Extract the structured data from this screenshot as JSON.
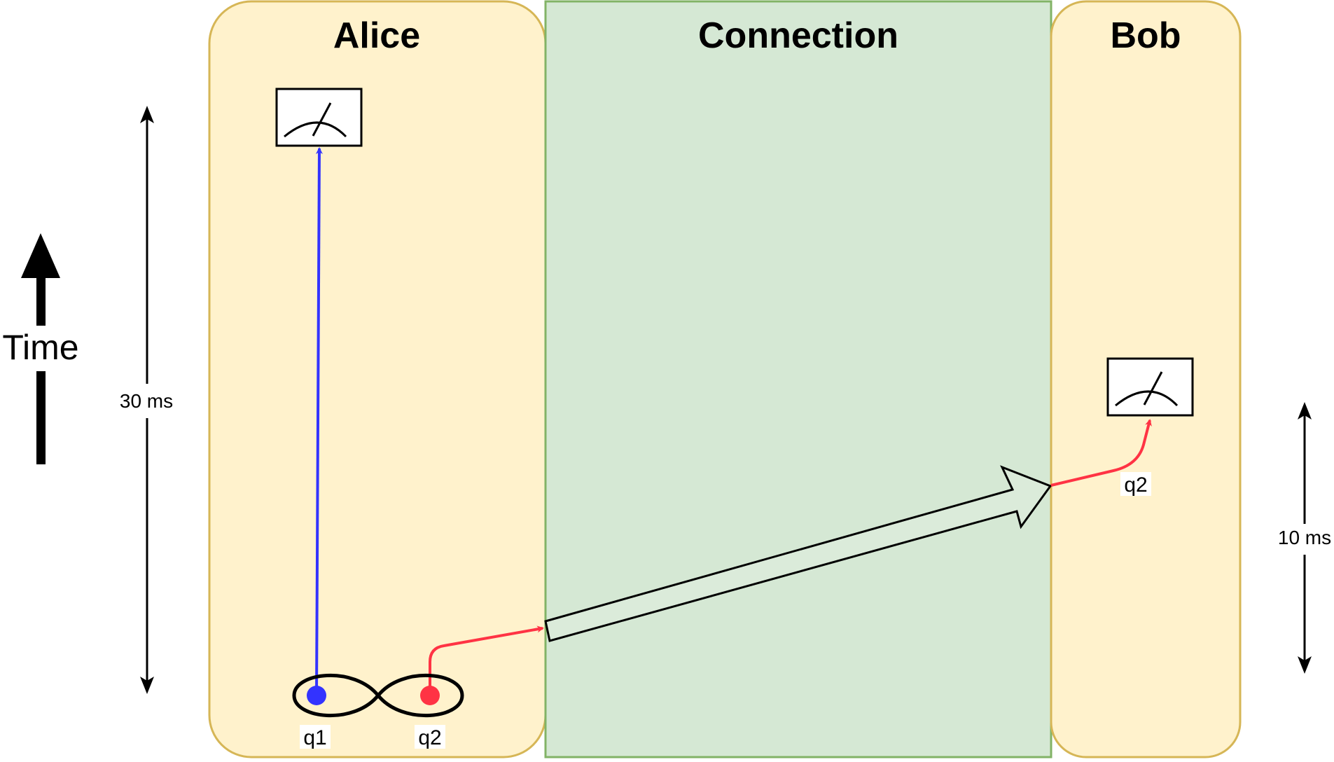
{
  "panels": {
    "alice": {
      "title": "Alice",
      "fill": "#fff2cc",
      "stroke": "#d6b656"
    },
    "connection": {
      "title": "Connection",
      "fill": "#d5e8d4",
      "stroke": "#82b366"
    },
    "bob": {
      "title": "Bob",
      "fill": "#fff2cc",
      "stroke": "#d6b656"
    }
  },
  "time_axis": {
    "label": "Time"
  },
  "dimensions": {
    "left": "30 ms",
    "right": "10 ms"
  },
  "qubits": {
    "q1": {
      "label": "q1",
      "color": "#3333ff"
    },
    "q2": {
      "label": "q2",
      "color": "#ff3344"
    },
    "q2_bob": {
      "label": "q2"
    }
  },
  "icons": {
    "alice_measure": "meter-icon",
    "bob_measure": "meter-icon",
    "entanglement": "infinity-icon"
  }
}
